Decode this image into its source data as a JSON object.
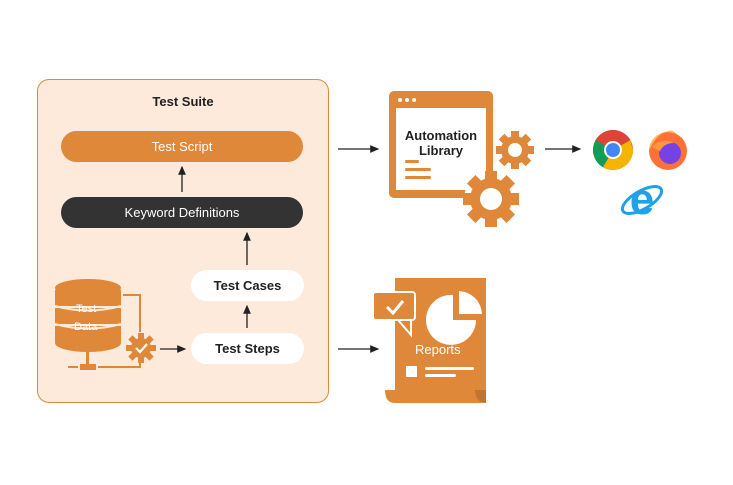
{
  "suite": {
    "title": "Test Suite",
    "test_script": "Test Script",
    "keyword_definitions": "Keyword Definitions",
    "test_cases": "Test Cases",
    "test_steps": "Test Steps",
    "test_data_line1": "Test",
    "test_data_line2": "Data"
  },
  "automation": {
    "line1": "Automation",
    "line2": "Library"
  },
  "reports": {
    "label": "Reports"
  },
  "browsers": [
    "chrome-icon",
    "firefox-icon",
    "internet-explorer-icon"
  ],
  "colors": {
    "accent": "#e0883a",
    "dark": "#333333",
    "panel": "#fdeadb"
  }
}
